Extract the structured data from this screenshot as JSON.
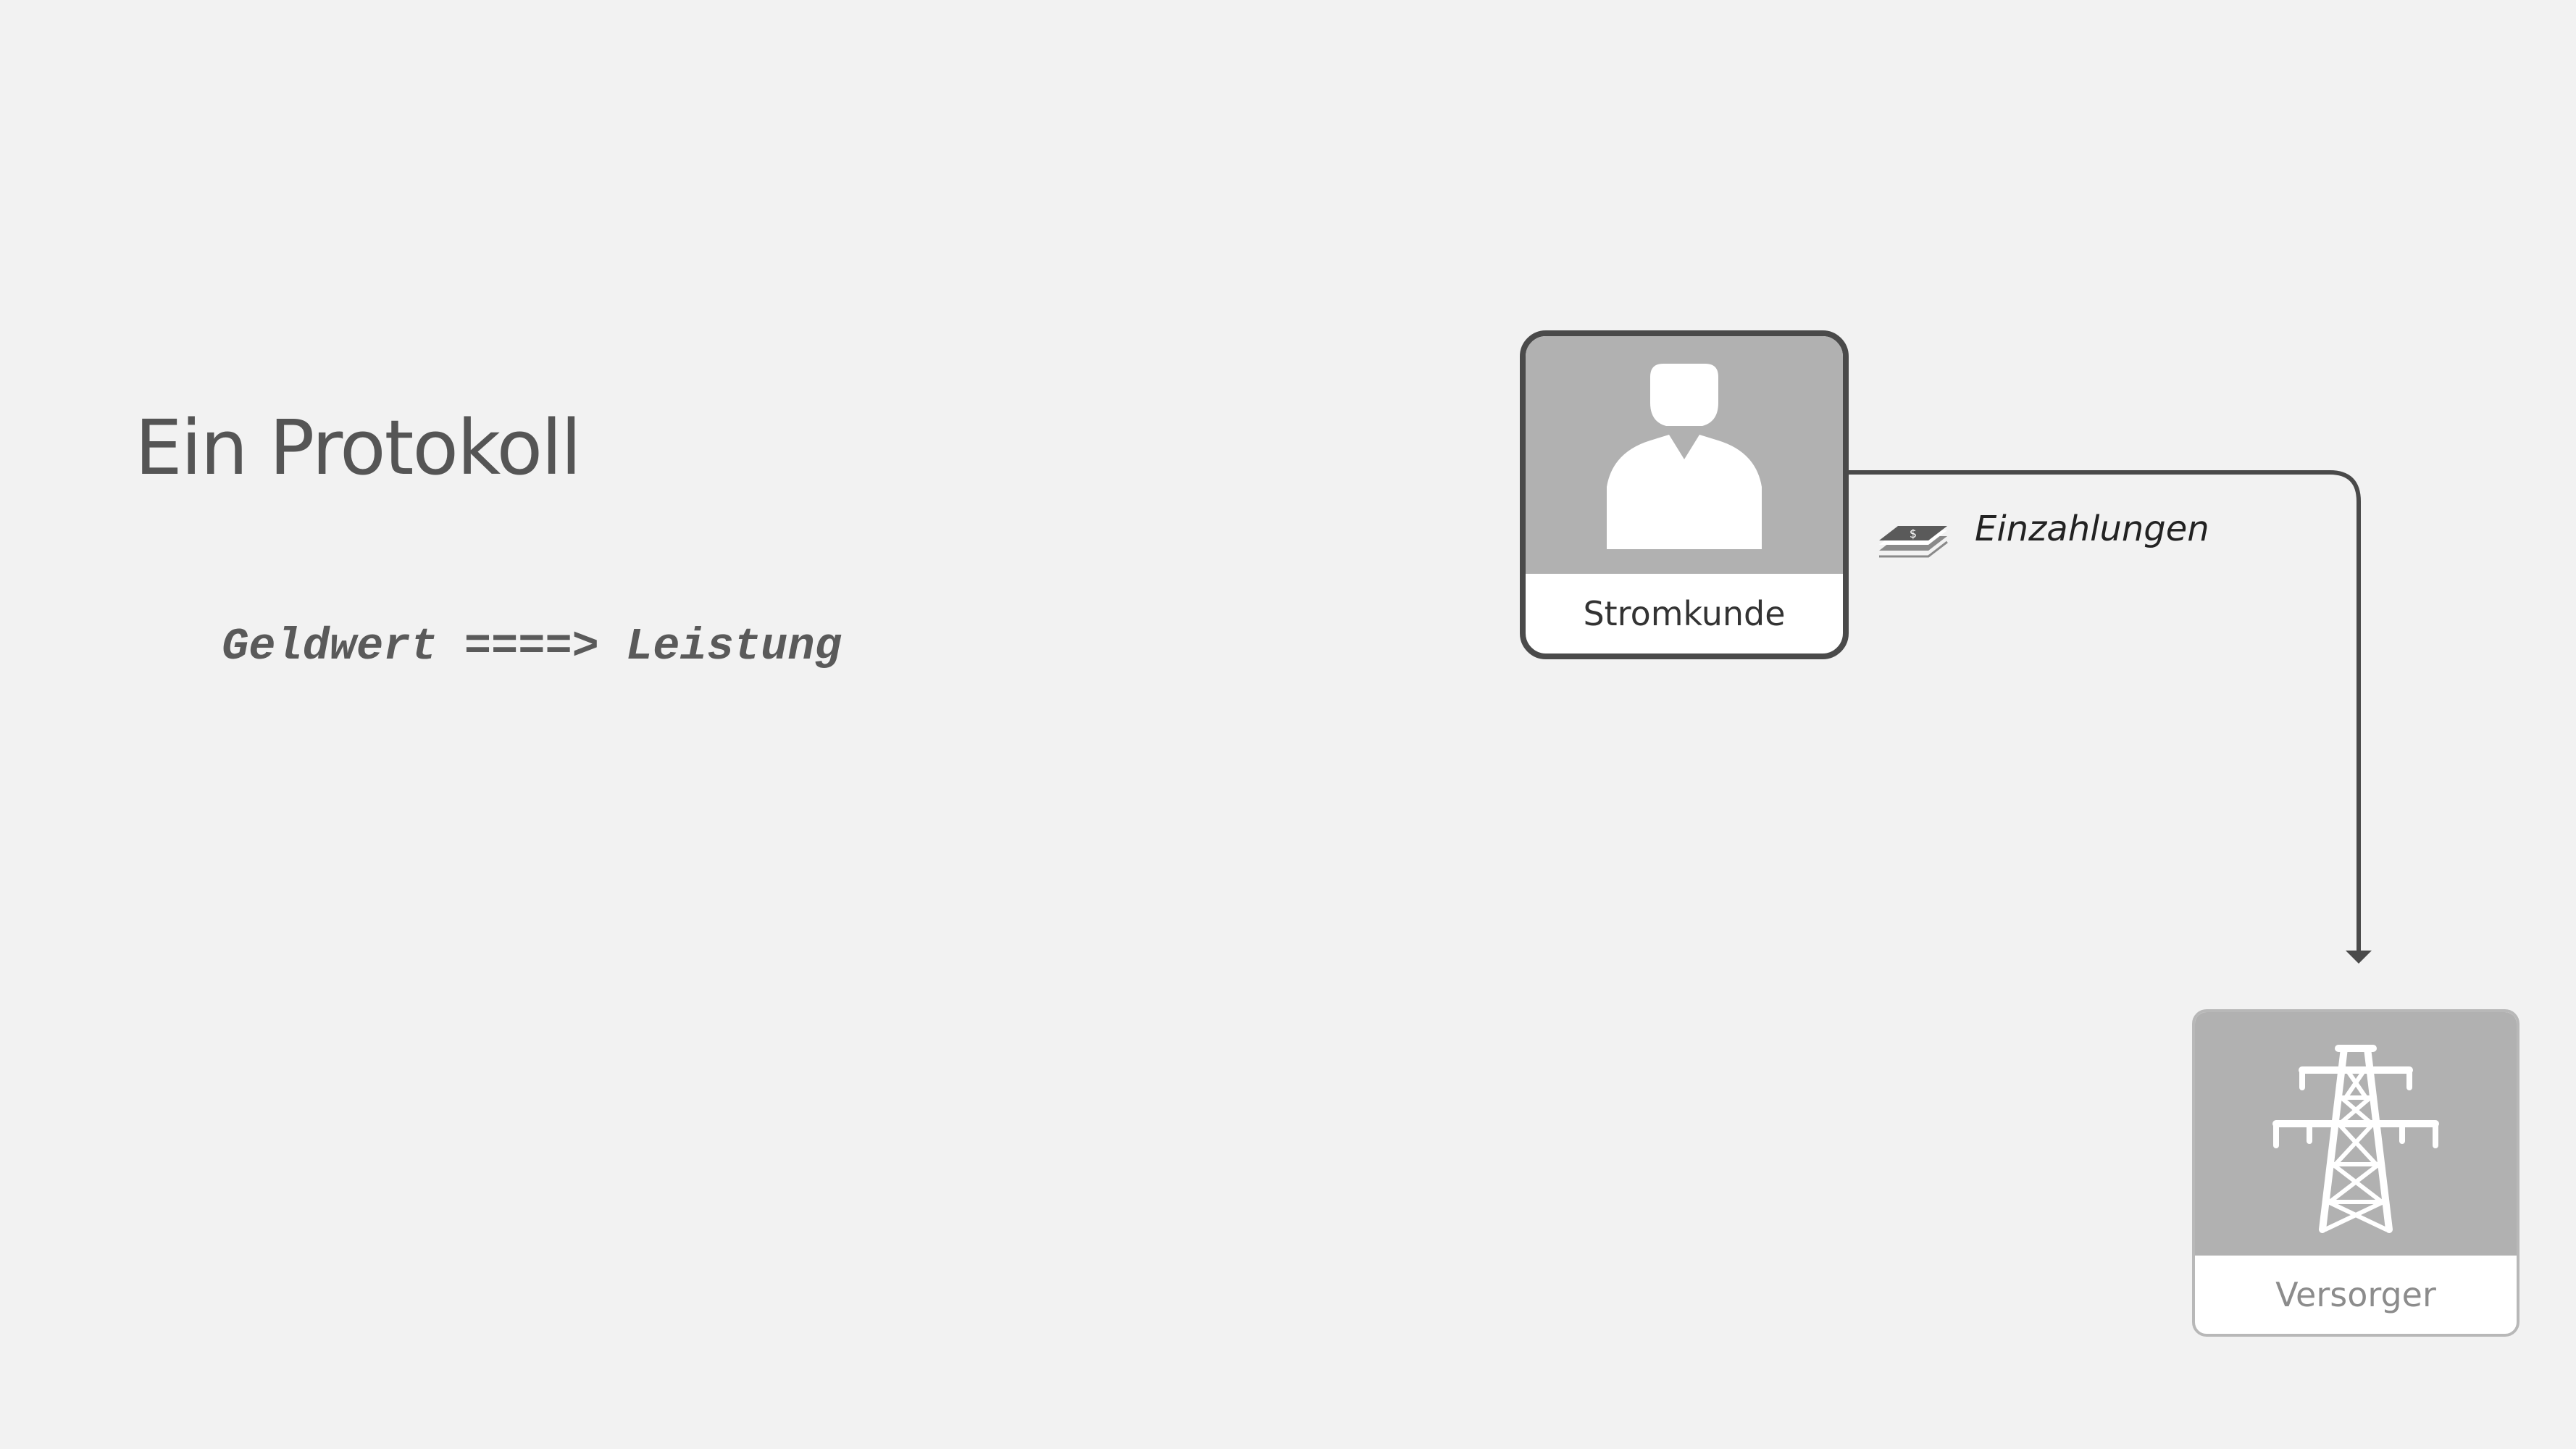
{
  "slide": {
    "title": "Ein Protokoll",
    "formula": "Geldwert ====> Leistung"
  },
  "diagram": {
    "nodes": {
      "customer": {
        "label": "Stromkunde",
        "icon": "person-icon"
      },
      "supplier": {
        "label": "Versorger",
        "icon": "power-tower-icon"
      }
    },
    "edges": [
      {
        "from": "customer",
        "to": "supplier",
        "label": "Einzahlungen",
        "icon": "money-icon"
      }
    ]
  },
  "colors": {
    "background": "#f2f2f2",
    "node_fill": "#b1b1b1",
    "active_border": "#4a4a4a",
    "inactive_border": "#b8b8b8",
    "inactive_text": "#8c8c8c",
    "connector": "#4a4a4a"
  }
}
